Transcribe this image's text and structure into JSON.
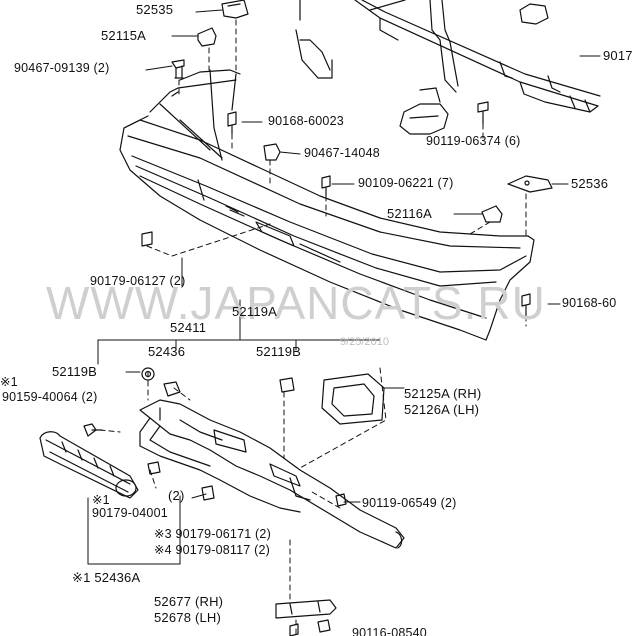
{
  "labels": {
    "p52535": "52535",
    "p52115a": "52115A",
    "p90467_09139": "90467-09139 (2)",
    "p9017x": "9017",
    "p90168_60023": "90168-60023",
    "p90467_14048": "90467-14048",
    "p90119_06374": "90119-06374 (6)",
    "p90109_06221": "90109-06221 (7)",
    "p52536": "52536",
    "p52116a": "52116A",
    "p90179_06127": "90179-06127 (2)",
    "p52119a": "52119A",
    "p90168_60r": "90168-60",
    "p52411": "52411",
    "p52436": "52436",
    "p52119b_left": "52119B",
    "p52119b_right": "52119B",
    "p_star1": "※1",
    "p90159_40064": "90159-40064 (2)",
    "p52125a": "52125A (RH)",
    "p52126a": "52126A (LH)",
    "p_star1b": "※1",
    "p90179_04001": "90179-04001",
    "p_two": "(2)",
    "p90119_06549": "90119-06549 (2)",
    "p_star3": "※3 90179-06171 (2)",
    "p_star4": "※4 90179-08117 (2)",
    "p52436a": "※1 52436A",
    "p52677": "52677 (RH)",
    "p52678": "52678 (LH)",
    "p_bottom": "90116-08540"
  },
  "watermark": {
    "text": "WWW.JAPANCATS.RU",
    "date": "9/25/2010"
  },
  "colors": {
    "line": "#111111",
    "watermark": "#cfcfcf"
  }
}
